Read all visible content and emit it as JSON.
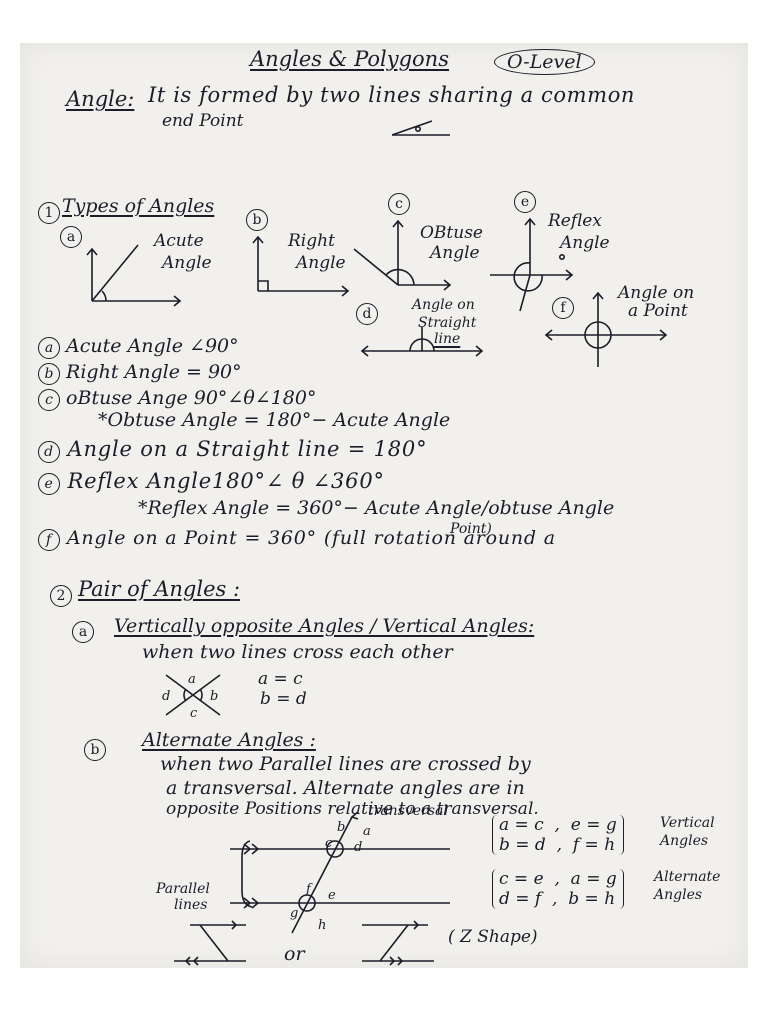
{
  "header": {
    "title": "Angles & Polygons",
    "level": "O-Level"
  },
  "definition": {
    "term": "Angle:",
    "line1": "It is formed by two lines sharing a common",
    "line2": "end Point"
  },
  "types": {
    "heading": "Types of Angles",
    "number": "1",
    "figures": {
      "a": {
        "marker": "a",
        "label1": "Acute",
        "label2": "Angle"
      },
      "b": {
        "marker": "b",
        "label1": "Right",
        "label2": "Angle"
      },
      "c": {
        "marker": "c",
        "label1": "OBtuse",
        "label2": "Angle"
      },
      "d": {
        "marker": "d",
        "label1": "Angle on",
        "label2": "Straight",
        "label3": "line"
      },
      "e": {
        "marker": "e",
        "label1": "Reflex",
        "label2": "Angle"
      },
      "f": {
        "marker": "f",
        "label1": "Angle on",
        "label2": "a Point"
      }
    },
    "rules": [
      {
        "marker": "a",
        "text": "Acute Angle ∠90°"
      },
      {
        "marker": "b",
        "text": "Right Angle = 90°"
      },
      {
        "marker": "c",
        "text": "oBtuse Ange 90°∠θ∠180°"
      },
      {
        "marker": "",
        "text": "*Obtuse Angle = 180°− Acute Angle"
      },
      {
        "marker": "d",
        "text": "Angle on a Straight line = 180°"
      },
      {
        "marker": "e",
        "text": "Reflex Angle180°∠ θ ∠360°"
      },
      {
        "marker": "",
        "text": "*Reflex Angle = 360°− Acute Angle/obtuse Angle"
      },
      {
        "marker": "f",
        "text": "Angle on a Point = 360° (full rotation around a"
      },
      {
        "marker": "",
        "text": "Point)"
      }
    ]
  },
  "pairs": {
    "number": "2",
    "heading": "Pair of Angles :",
    "vertical": {
      "marker": "a",
      "title": "Vertically opposite Angles / Vertical Angles:",
      "desc": "when two lines cross each other",
      "eq1": "a = c",
      "eq2": "b = d",
      "labels": [
        "a",
        "b",
        "c",
        "d"
      ]
    },
    "alternate": {
      "marker": "b",
      "title": "Alternate Angles :",
      "line1": "when two Parallel lines are crossed by",
      "line2": "a transversal. Alternate angles are in",
      "line3": "opposite Positions relative to a transversal.",
      "transversal_label": "transversal",
      "parallel_label1": "Parallel",
      "parallel_label2": "lines",
      "upper_labels": [
        "b",
        "a",
        "c",
        "d"
      ],
      "lower_labels": [
        "f",
        "e",
        "g",
        "h"
      ],
      "vertical_eqs": {
        "c1": "a = c",
        "c2": "b = d",
        "c3": "e = g",
        "c4": "f = h",
        "note1": "Vertical",
        "note2": "Angles"
      },
      "alternate_eqs": {
        "c1": "c = e",
        "c2": "d = f",
        "c3": "a = g",
        "c4": "b = h",
        "note1": "Alternate",
        "note2": "Angles"
      },
      "shape_note": "( Z Shape)",
      "or_text": "or"
    }
  }
}
